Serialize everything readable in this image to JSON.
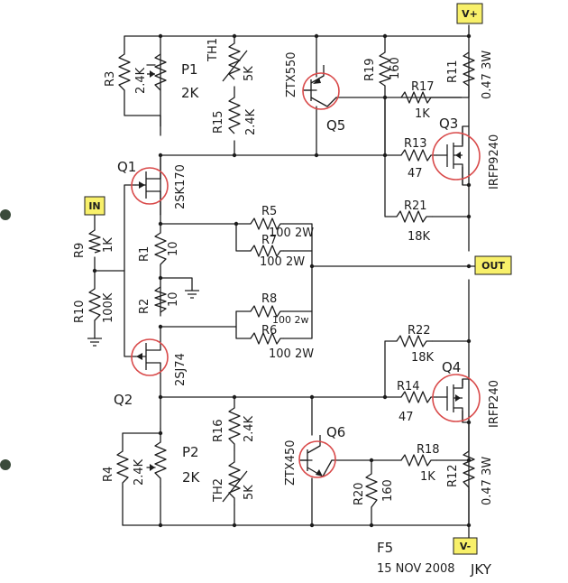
{
  "rails": {
    "positive": "V+",
    "negative": "V-",
    "input": "IN",
    "output": "OUT"
  },
  "resistors": {
    "r3": {
      "name": "R3",
      "value": "2.4K"
    },
    "p1": {
      "name": "P1",
      "value": "2K"
    },
    "th1": {
      "name": "TH1",
      "value": "5K"
    },
    "r15": {
      "name": "R15",
      "value": "2.4K"
    },
    "r19": {
      "name": "R19",
      "value": "160"
    },
    "r11": {
      "name": "R11",
      "value": "0.47 3W"
    },
    "r17": {
      "name": "R17",
      "value": "1K"
    },
    "r13": {
      "name": "R13",
      "value": "47"
    },
    "r21": {
      "name": "R21",
      "value": "18K"
    },
    "r5": {
      "name": "R5",
      "value": "100 2W"
    },
    "r7": {
      "name": "R7",
      "value": "100 2W"
    },
    "r8": {
      "name": "R8",
      "value": "100 2w"
    },
    "r6": {
      "name": "R6",
      "value": "100 2W"
    },
    "r9": {
      "name": "R9",
      "value": "1K"
    },
    "r10": {
      "name": "R10",
      "value": "100K"
    },
    "r1": {
      "name": "R1",
      "value": "10"
    },
    "r2": {
      "name": "R2",
      "value": "10"
    },
    "r22": {
      "name": "R22",
      "value": "18K"
    },
    "r14": {
      "name": "R14",
      "value": "47"
    },
    "r18": {
      "name": "R18",
      "value": "1K"
    },
    "r4": {
      "name": "R4",
      "value": "2.4K"
    },
    "p2": {
      "name": "P2",
      "value": "2K"
    },
    "r16": {
      "name": "R16",
      "value": "2.4K"
    },
    "th2": {
      "name": "TH2",
      "value": "5K"
    },
    "r20": {
      "name": "R20",
      "value": "160"
    },
    "r12": {
      "name": "R12",
      "value": "0.47 3W"
    }
  },
  "transistors": {
    "q1": {
      "name": "Q1",
      "part": "2SK170"
    },
    "q2": {
      "name": "Q2",
      "part": "2SJ74"
    },
    "q3": {
      "name": "Q3",
      "part": "IRFP9240"
    },
    "q4": {
      "name": "Q4",
      "part": "IRFP240"
    },
    "q5": {
      "name": "Q5",
      "part": "ZTX550"
    },
    "q6": {
      "name": "Q6",
      "part": "ZTX450"
    }
  },
  "footer": {
    "title": "F5",
    "date": "15 NOV 2008",
    "author": "JKY"
  },
  "colors": {
    "ink": "#1d1d1d",
    "highlight": "#d94a4a",
    "tag": "#f8f06a",
    "paper": "#ffffff"
  }
}
